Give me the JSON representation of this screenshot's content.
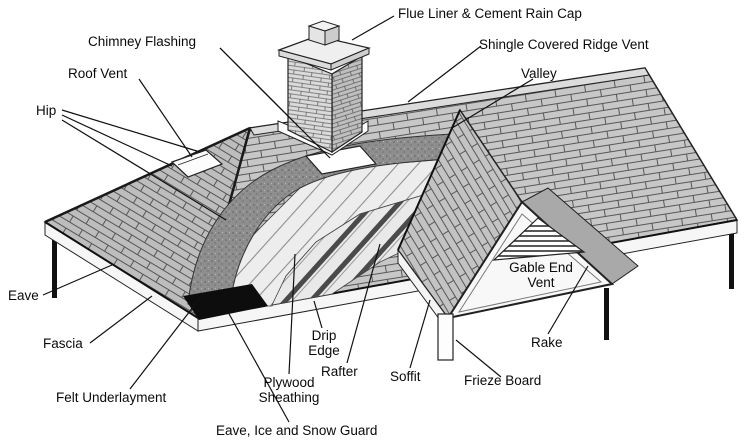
{
  "meta": {
    "colors": {
      "background": "#ffffff",
      "line": "#111111",
      "shingle": "#c7c7c7",
      "felt_underlayment": "#8e8e8e",
      "ice_guard": "#0d0d0d"
    }
  },
  "labels": {
    "flue_liner": "Flue Liner & Cement Rain Cap",
    "chimney_flashing": "Chimney Flashing",
    "roof_vent": "Roof Vent",
    "hip": "Hip",
    "ridge_vent": "Shingle Covered Ridge Vent",
    "valley": "Valley",
    "gable_end_vent": "Gable End Vent",
    "eave": "Eave",
    "fascia": "Fascia",
    "felt_underlayment": "Felt Underlayment",
    "eave_ice_snow_guard": "Eave, Ice and Snow Guard",
    "plywood_sheathing": "Plywood Sheathing",
    "drip_edge": "Drip Edge",
    "rafter": "Rafter",
    "soffit": "Soffit",
    "frieze_board": "Frieze Board",
    "rake": "Rake"
  }
}
